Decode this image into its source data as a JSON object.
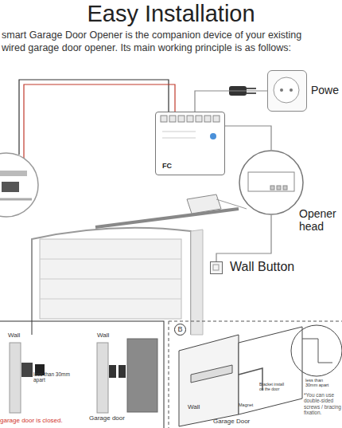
{
  "diagram": {
    "title": "Easy Installation",
    "nodes": [
      {
        "text": [
          "FC"
        ]
      },
      {
        "text": [
          "Powe"
        ]
      },
      {
        "text": [
          "Opener head"
        ]
      },
      {
        "text": [
          "Wall Button"
        ]
      }
    ],
    "edges": [
      {
        "from": 0,
        "to": 1,
        "arrow": "none"
      },
      {
        "from": 0,
        "to": 2,
        "arrow": "none"
      },
      {
        "from": 2,
        "to": 3,
        "arrow": "none"
      }
    ],
    "labels": [
      "smart Garage Door Opener is the companion device of your existing",
      "wired garage door opener. Its main working principle is as follows:",
      "Wall",
      "less than 30mm apart",
      "Wall",
      "Garage door",
      "garage door is closed.",
      "B",
      "Wall",
      "Garage Door",
      "Magnet",
      "Bracket install on the door",
      "less than 30mm apart",
      "*You can use double-sided screws / bracing fixation."
    ]
  }
}
